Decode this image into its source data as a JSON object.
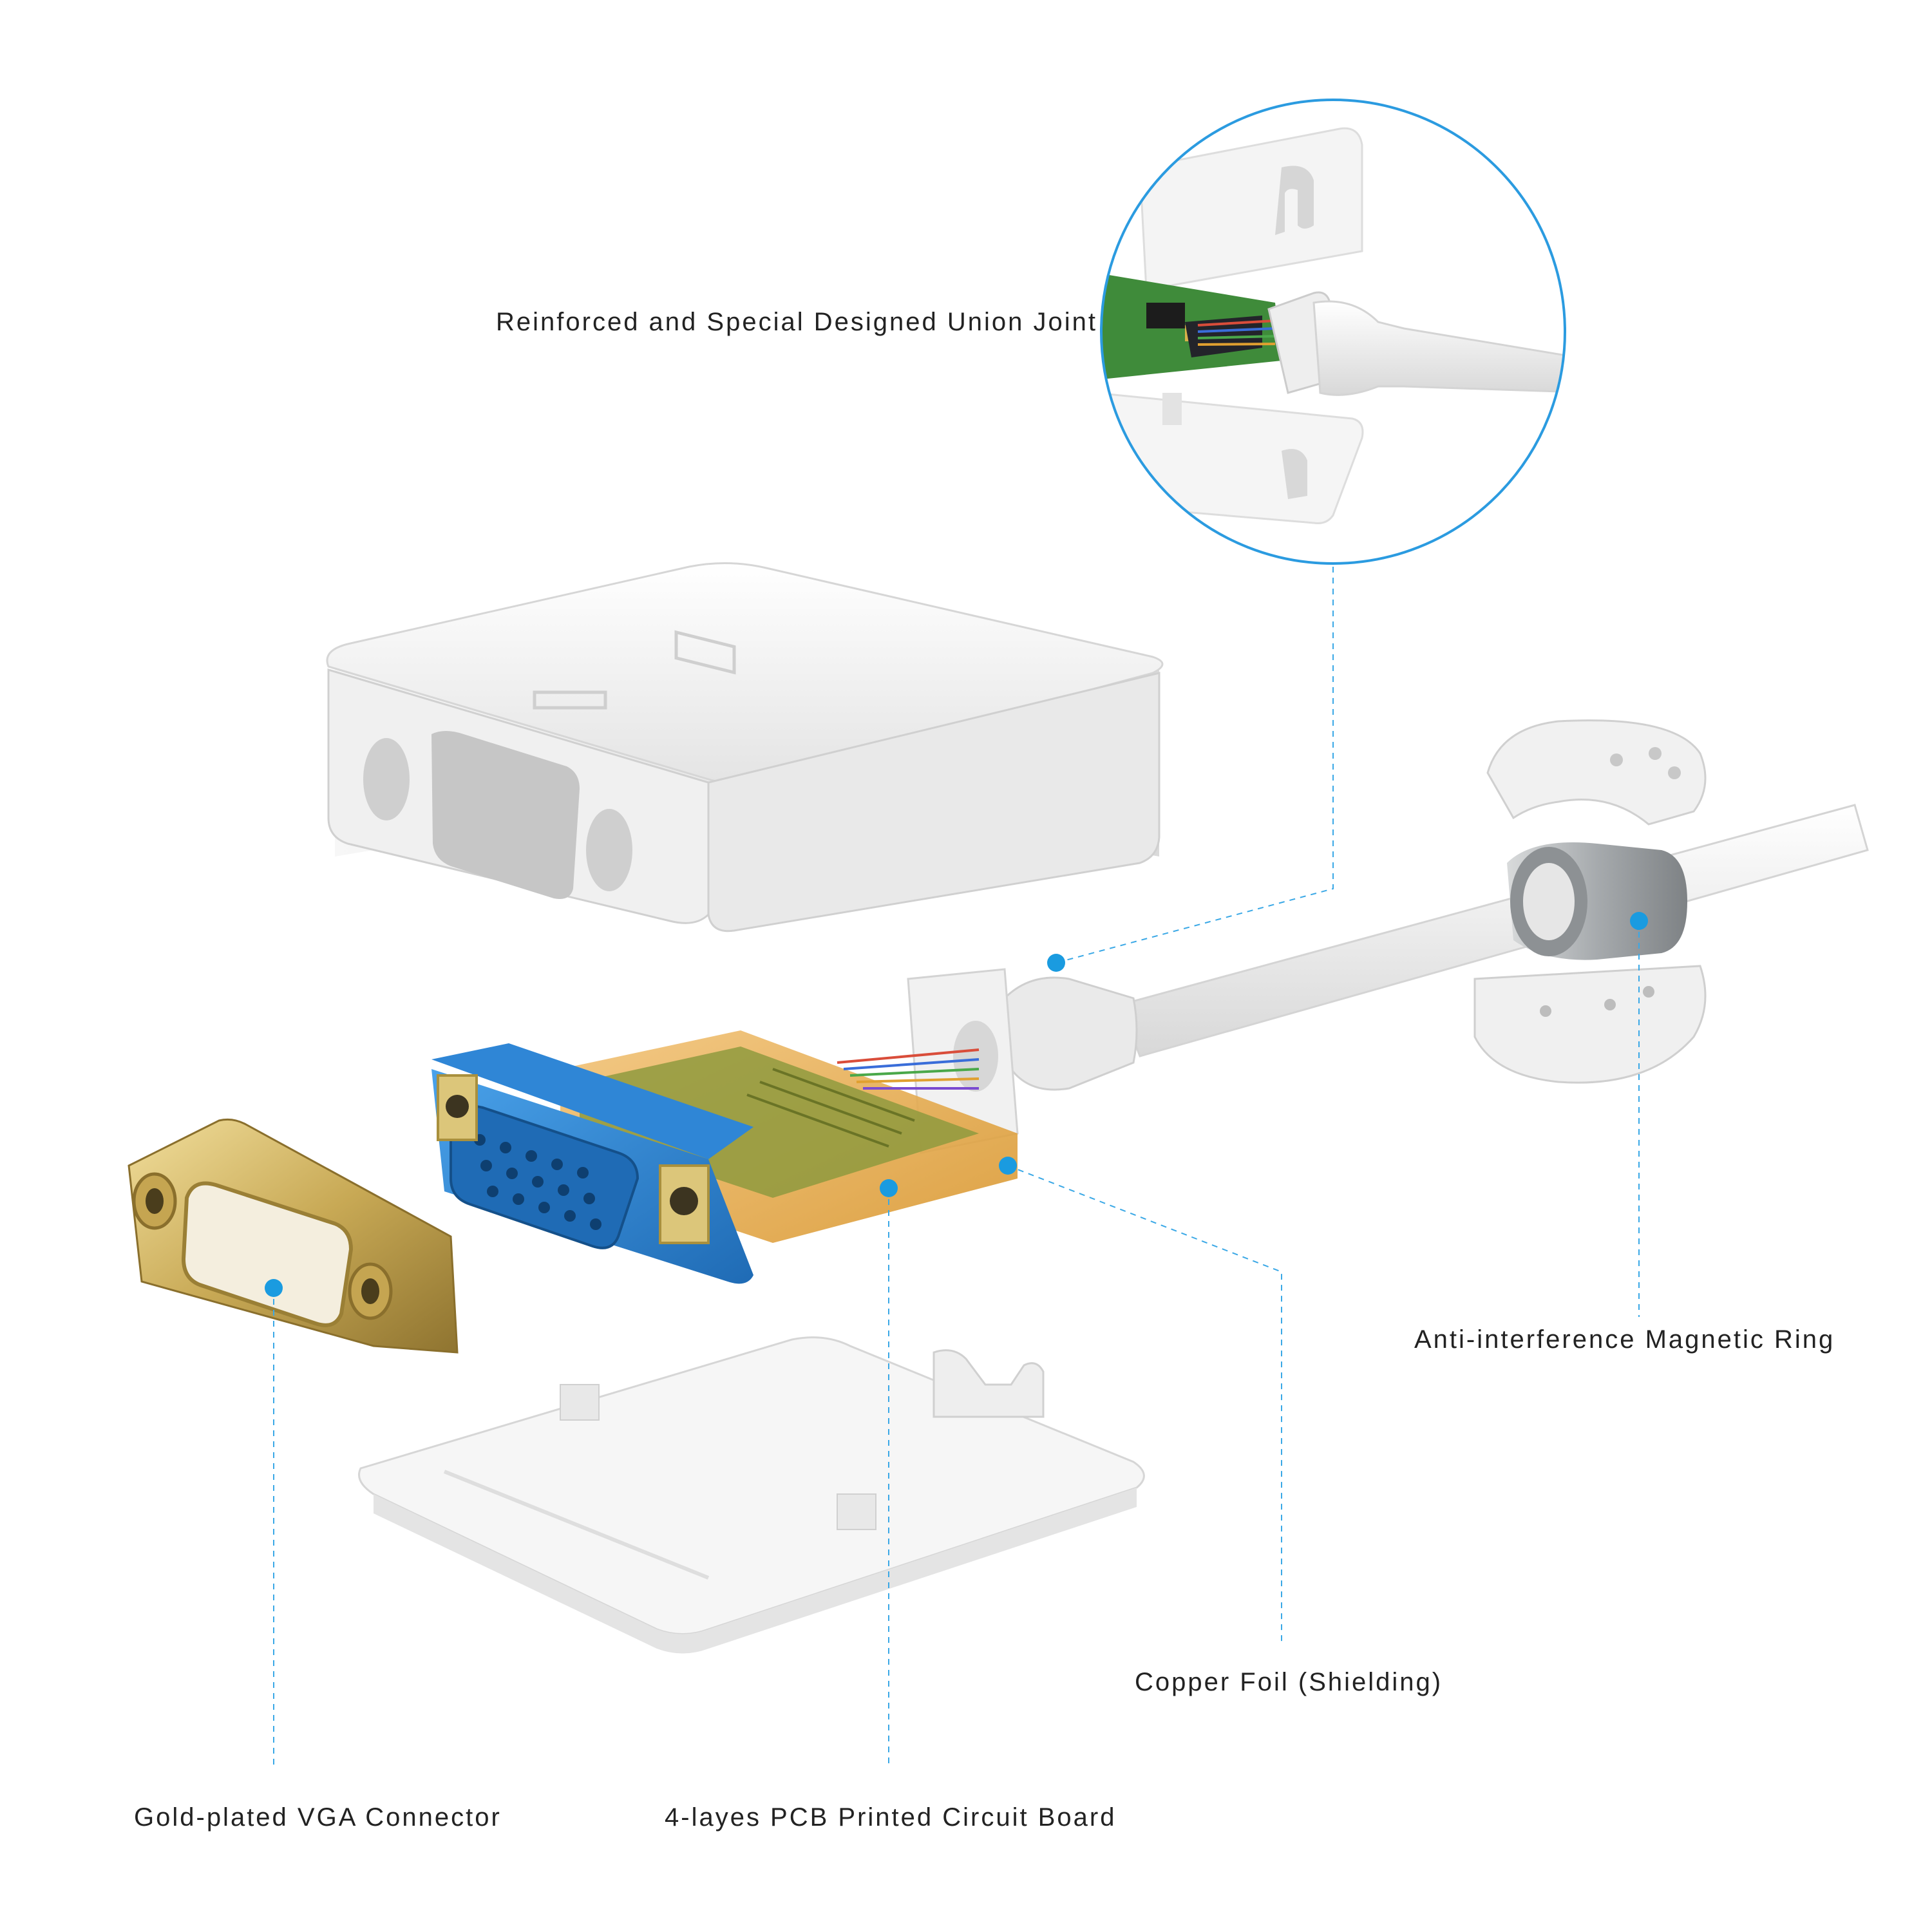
{
  "labels": {
    "union_joint": "Reinforced and Special Designed Union Joint",
    "magnetic_ring": "Anti-interference Magnetic Ring",
    "copper_foil": "Copper Foil (Shielding)",
    "vga_connector": "Gold-plated VGA Connector",
    "pcb": "4-layes PCB Printed Circuit Board"
  },
  "colors": {
    "callout_dot": "#1a9be0",
    "leader_line": "#3aa8e6",
    "housing": "#f2f2f2",
    "connector_blue": "#2f86d6",
    "copper": "#e6a948",
    "gold": "#c9ad62",
    "pcb_green": "#3e8a3b",
    "ring_silver": "#a9adb0"
  }
}
